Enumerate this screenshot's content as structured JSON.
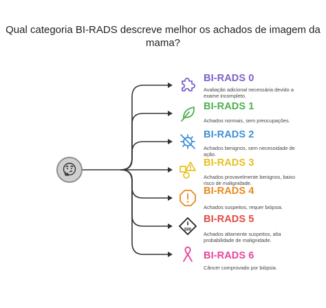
{
  "title_lines": [
    "Qual categoria BI-RADS descreve melhor os achados de imagem da",
    "mama?"
  ],
  "hub": {
    "icon": "thinking-face-icon"
  },
  "categories": [
    {
      "label": "BI-RADS 0",
      "description": "Avaliação adicional necessária devido a exame incompleto.",
      "color": "#7b61c9",
      "icon": "puzzle-icon"
    },
    {
      "label": "BI-RADS 1",
      "description": "Achados normais, sem preocupações.",
      "color": "#4caf50",
      "icon": "leaf-icon"
    },
    {
      "label": "BI-RADS 2",
      "description": "Achados benignos, sem necessidade de ação.",
      "color": "#3d8fd6",
      "icon": "virus-slash-icon"
    },
    {
      "label": "BI-RADS 3",
      "description": "Achados provavelmente benignos, baixo risco de malignidade.",
      "color": "#e6c01f",
      "icon": "warning-shapes-icon"
    },
    {
      "label": "BI-RADS 4",
      "description": "Achados suspeitos, requer biópsia.",
      "color": "#e8891c",
      "icon": "alert-octagon-icon"
    },
    {
      "label": "BI-RADS 5",
      "description": "Achados altamente suspeitos, alta probabilidade de malignidade.",
      "color": "#e24a3f",
      "icon": "sign-500-icon",
      "icon_text": "500"
    },
    {
      "label": "BI-RADS 6",
      "description": "Câncer comprovado por biópsia.",
      "color": "#e6449a",
      "icon": "ribbon-icon"
    }
  ]
}
